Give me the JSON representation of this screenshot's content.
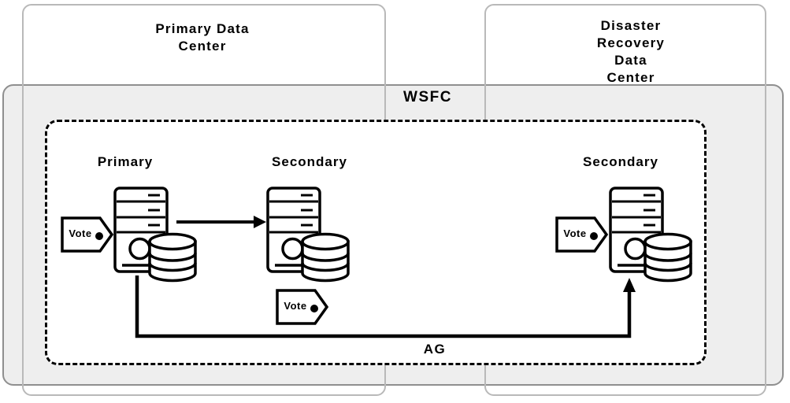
{
  "diagram": {
    "title": "WSFC availability group topology",
    "containers": {
      "primary_dc": {
        "label_lines": [
          "Primary Data",
          "Center"
        ]
      },
      "dr_dc": {
        "label_lines": [
          "Disaster",
          "Recovery Data",
          "Center"
        ]
      },
      "wsfc": {
        "label": "WSFC"
      },
      "ag": {
        "label": "AG"
      }
    },
    "nodes": [
      {
        "id": "primary-node",
        "role": "Primary",
        "vote": "Vote",
        "location": "primary_dc"
      },
      {
        "id": "secondary-node-1",
        "role": "Secondary",
        "vote": "Vote",
        "location": "primary_dc"
      },
      {
        "id": "secondary-node-2",
        "role": "Secondary",
        "vote": "Vote",
        "location": "dr_dc"
      }
    ],
    "connections": [
      {
        "from": "primary-node",
        "to": "secondary-node-1",
        "type": "arrow"
      },
      {
        "from": "primary-node",
        "to": "secondary-node-2",
        "type": "arrow",
        "label": "AG"
      }
    ],
    "colors": {
      "wsfc_fill": "#eeeeee",
      "wsfc_border": "#8f8f8f",
      "dc_border": "#b9b9b9",
      "ag_border": "#000000",
      "line": "#000000",
      "icon_fill": "#ffffff",
      "text": "#000000"
    }
  }
}
